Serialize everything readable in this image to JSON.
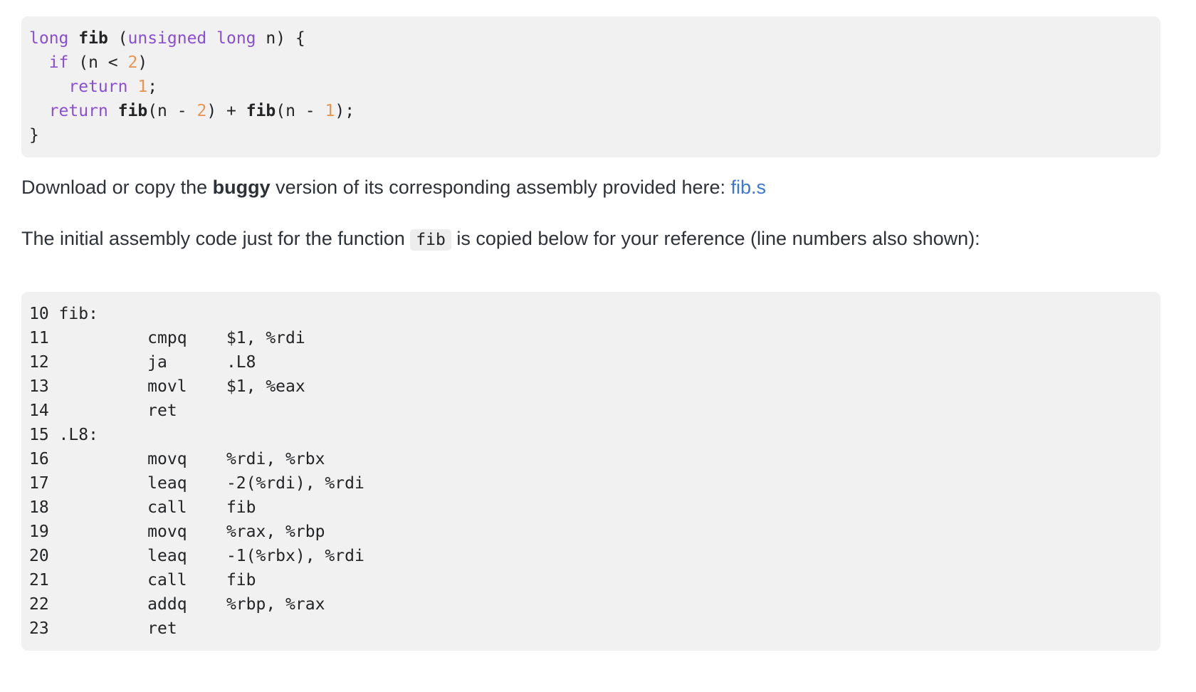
{
  "colors": {
    "page_bg": "#ffffff",
    "code_block_bg": "#f1f1f2",
    "code_text": "#222426",
    "body_text": "#2d3138",
    "keyword_purple": "#8a4fd0",
    "number_orange": "#e8964f",
    "link_blue": "#3b76d2",
    "inline_code_bg": "#ededee"
  },
  "c_code_block": {
    "language": "c",
    "lines": [
      [
        {
          "t": "k",
          "v": "long"
        },
        {
          "t": "p",
          "v": " "
        },
        {
          "t": "f",
          "v": "fib"
        },
        {
          "t": "p",
          "v": " ("
        },
        {
          "t": "k",
          "v": "unsigned"
        },
        {
          "t": "p",
          "v": " "
        },
        {
          "t": "k",
          "v": "long"
        },
        {
          "t": "p",
          "v": " n) {"
        }
      ],
      [
        {
          "t": "p",
          "v": "  "
        },
        {
          "t": "k",
          "v": "if"
        },
        {
          "t": "p",
          "v": " (n < "
        },
        {
          "t": "n",
          "v": "2"
        },
        {
          "t": "p",
          "v": ")"
        }
      ],
      [
        {
          "t": "p",
          "v": "    "
        },
        {
          "t": "k",
          "v": "return"
        },
        {
          "t": "p",
          "v": " "
        },
        {
          "t": "n",
          "v": "1"
        },
        {
          "t": "p",
          "v": ";"
        }
      ],
      [
        {
          "t": "p",
          "v": "  "
        },
        {
          "t": "k",
          "v": "return"
        },
        {
          "t": "p",
          "v": " "
        },
        {
          "t": "f",
          "v": "fib"
        },
        {
          "t": "p",
          "v": "(n - "
        },
        {
          "t": "n",
          "v": "2"
        },
        {
          "t": "p",
          "v": ") + "
        },
        {
          "t": "f",
          "v": "fib"
        },
        {
          "t": "p",
          "v": "(n - "
        },
        {
          "t": "n",
          "v": "1"
        },
        {
          "t": "p",
          "v": ");"
        }
      ],
      [
        {
          "t": "p",
          "v": "}"
        }
      ]
    ]
  },
  "paragraph_download": {
    "text_before_bold": "Download or copy the ",
    "bold_word": "buggy",
    "text_after_bold": " version of its corresponding assembly provided here: ",
    "link_text": "fib.s"
  },
  "paragraph_reference": {
    "text_before_code": "The initial assembly code just for the function ",
    "inline_code": "fib",
    "text_after_code": " is copied below for your reference (line numbers also shown):"
  },
  "asm_code_block": {
    "language": "assembly",
    "first_line_number": 10,
    "last_line_number": 23,
    "lines": [
      "10 fib:",
      "11          cmpq    $1, %rdi",
      "12          ja      .L8",
      "13          movl    $1, %eax",
      "14          ret",
      "15 .L8:",
      "16          movq    %rdi, %rbx",
      "17          leaq    -2(%rdi), %rdi",
      "18          call    fib",
      "19          movq    %rax, %rbp",
      "20          leaq    -1(%rbx), %rdi",
      "21          call    fib",
      "22          addq    %rbp, %rax",
      "23          ret"
    ]
  }
}
